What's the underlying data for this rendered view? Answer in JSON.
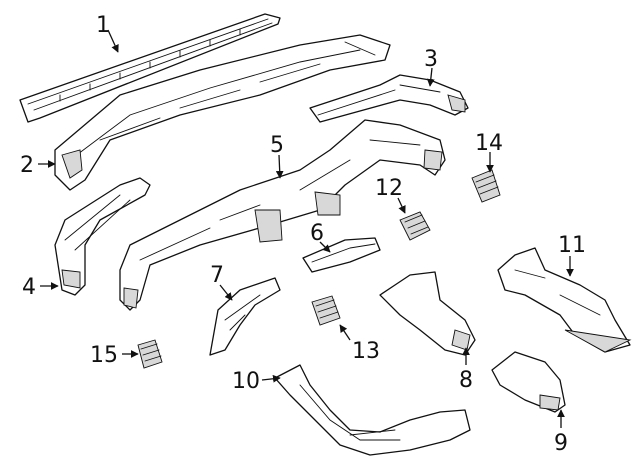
{
  "diagram": {
    "accent_color": "#111111",
    "callouts": [
      {
        "id": "1",
        "label": "1"
      },
      {
        "id": "2",
        "label": "2"
      },
      {
        "id": "3",
        "label": "3"
      },
      {
        "id": "4",
        "label": "4"
      },
      {
        "id": "5",
        "label": "5"
      },
      {
        "id": "6",
        "label": "6"
      },
      {
        "id": "7",
        "label": "7"
      },
      {
        "id": "8",
        "label": "8"
      },
      {
        "id": "9",
        "label": "9"
      },
      {
        "id": "10",
        "label": "10"
      },
      {
        "id": "11",
        "label": "11"
      },
      {
        "id": "12",
        "label": "12"
      },
      {
        "id": "13",
        "label": "13"
      },
      {
        "id": "14",
        "label": "14"
      },
      {
        "id": "15",
        "label": "15"
      }
    ]
  }
}
